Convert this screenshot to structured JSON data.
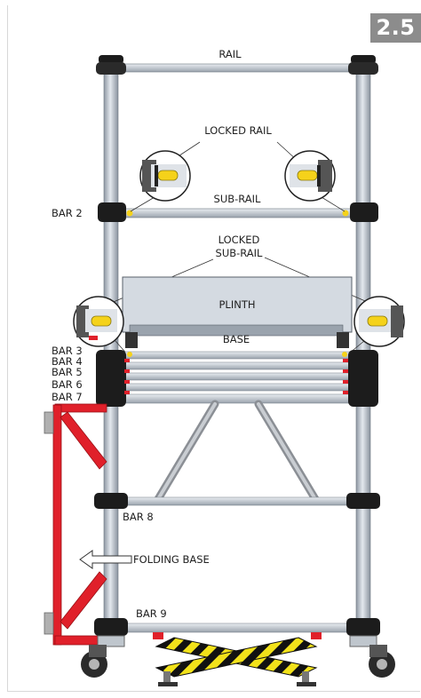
{
  "step_badge": "2.5",
  "labels": {
    "rail": "RAIL",
    "locked_rail": "LOCKED RAIL",
    "sub_rail": "SUB-RAIL",
    "bar_2": "BAR 2",
    "locked_sub_rail_line1": "LOCKED",
    "locked_sub_rail_line2": "SUB-RAIL",
    "plinth": "PLINTH",
    "base": "BASE",
    "bar_3": "BAR 3",
    "bar_4": "BAR 4",
    "bar_5": "BAR 5",
    "bar_6": "BAR 6",
    "bar_7": "BAR 7",
    "bar_8": "BAR 8",
    "folding_base": "FOLDING BASE",
    "bar_9": "BAR 9"
  },
  "colors": {
    "frame_metal": "#b9c2cc",
    "clamp_black": "#1c1c1c",
    "folding_base_red": "#e0202a",
    "lock_yellow": "#f5d21a",
    "hazard_black": "#111111"
  }
}
